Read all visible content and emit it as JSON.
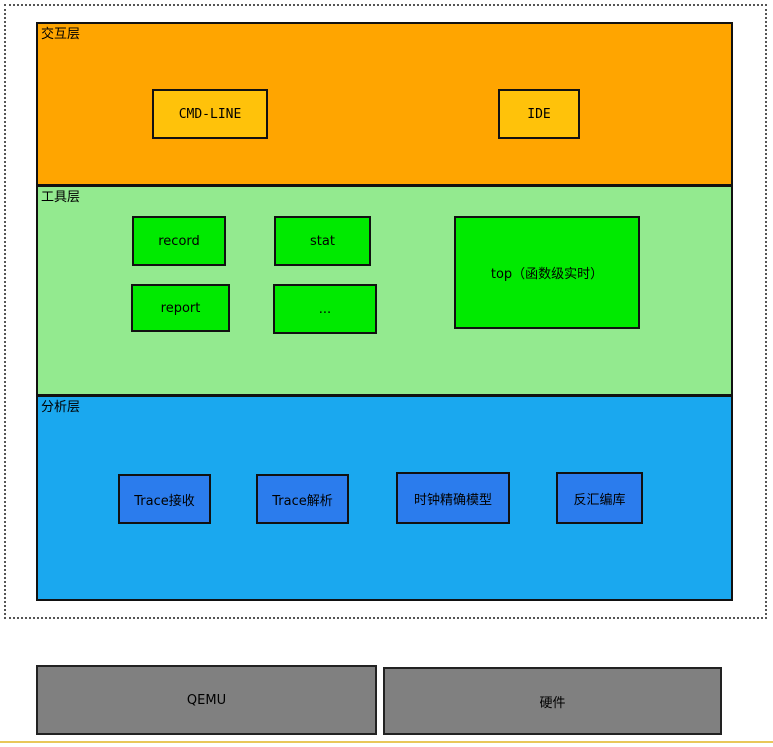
{
  "layers": {
    "interaction": {
      "label": "交互层",
      "items": [
        "CMD-LINE",
        "IDE"
      ]
    },
    "tools": {
      "label": "工具层",
      "items": [
        "record",
        "stat",
        "report",
        "...",
        "top（函数级实时）"
      ]
    },
    "analysis": {
      "label": "分析层",
      "items": [
        "Trace接收",
        "Trace解析",
        "时钟精确模型",
        "反汇编库"
      ]
    }
  },
  "hardware": {
    "items": [
      "QEMU",
      "硬件"
    ]
  },
  "colors": {
    "interaction_layer": "#ffa500",
    "interaction_box": "#ffc20a",
    "tools_layer": "#93ea8f",
    "tools_box": "#00ea00",
    "analysis_layer": "#1aa8ef",
    "analysis_box": "#2b7ced",
    "hardware_box": "#808080"
  }
}
